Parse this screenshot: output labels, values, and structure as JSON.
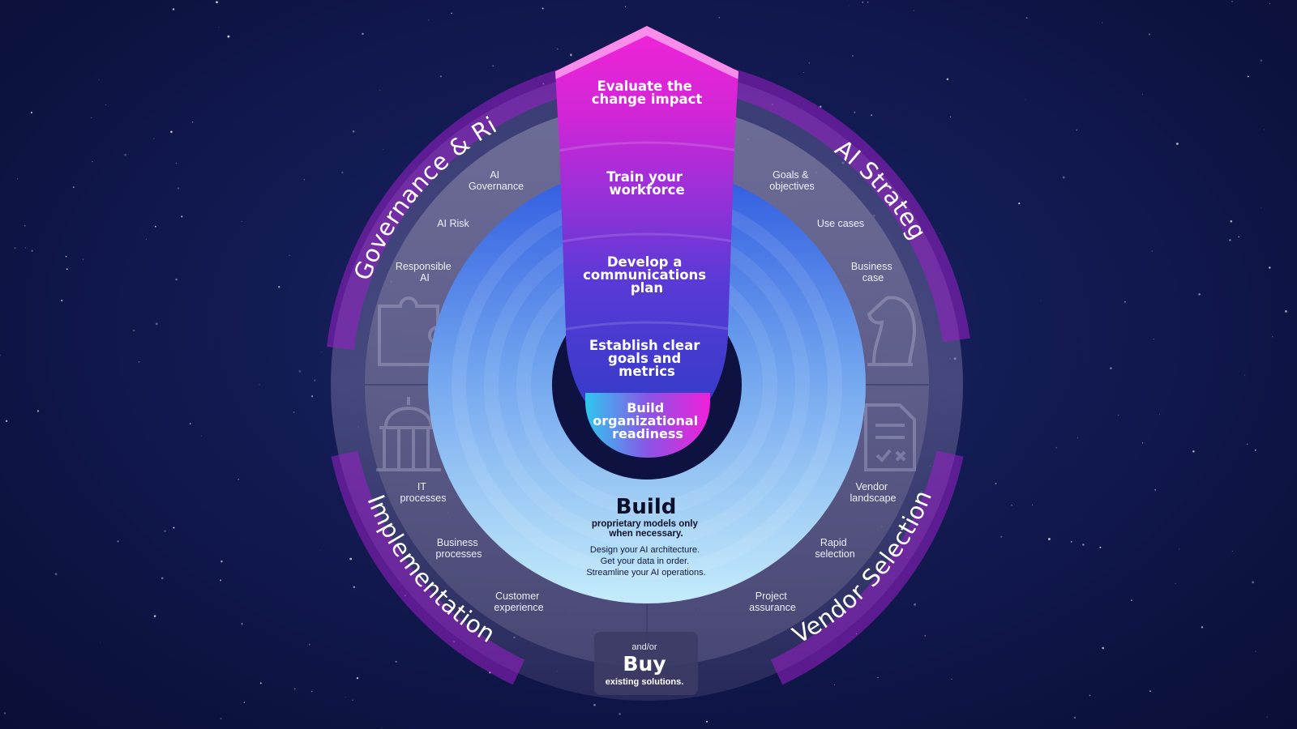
{
  "arrow": {
    "steps": [
      {
        "lines": [
          "Evaluate the",
          "change impact"
        ]
      },
      {
        "lines": [
          "Train your",
          "workforce"
        ]
      },
      {
        "lines": [
          "Develop a",
          "communications",
          "plan"
        ]
      },
      {
        "lines": [
          "Establish clear",
          "goals and",
          "metrics"
        ]
      }
    ],
    "core": {
      "lines": [
        "Build",
        "organizational",
        "readiness"
      ]
    }
  },
  "sections": {
    "governance": {
      "title": "Governance & Risk",
      "items": [
        {
          "lines": [
            "AI",
            "Governance"
          ]
        },
        {
          "lines": [
            "AI Risk"
          ]
        },
        {
          "lines": [
            "Responsible",
            "AI"
          ]
        }
      ]
    },
    "strategy": {
      "title": "AI Strategy",
      "items": [
        {
          "lines": [
            "Goals &",
            "objectives"
          ]
        },
        {
          "lines": [
            "Use cases"
          ]
        },
        {
          "lines": [
            "Business",
            "case"
          ]
        }
      ]
    },
    "implementation": {
      "title": "Implementation",
      "items": [
        {
          "lines": [
            "IT",
            "processes"
          ]
        },
        {
          "lines": [
            "Business",
            "processes"
          ]
        },
        {
          "lines": [
            "Customer",
            "experience"
          ]
        }
      ]
    },
    "vendor": {
      "title": "Vendor Selection",
      "items": [
        {
          "lines": [
            "Vendor",
            "landscape"
          ]
        },
        {
          "lines": [
            "Rapid",
            "selection"
          ]
        },
        {
          "lines": [
            "Project",
            "assurance"
          ]
        }
      ]
    }
  },
  "build": {
    "title": "Build",
    "subtitle_lines": [
      "proprietary models only",
      "when necessary."
    ],
    "body_lines": [
      "Design your AI architecture.",
      "Get your data in order.",
      "Streamline your AI operations."
    ]
  },
  "buy": {
    "prefix": "and/or",
    "title": "Buy",
    "subtitle": "existing solutions."
  },
  "colors": {
    "magenta": "#e51fd6",
    "purple": "#8a2ad8",
    "indigo": "#4a3ad6",
    "deep_blue": "#2e3ec8",
    "sky": "#8ec8f6",
    "ring": "#8d86b8"
  },
  "icons": [
    "puzzle-icon",
    "government-building-icon",
    "chess-knight-icon",
    "document-check-icon"
  ]
}
